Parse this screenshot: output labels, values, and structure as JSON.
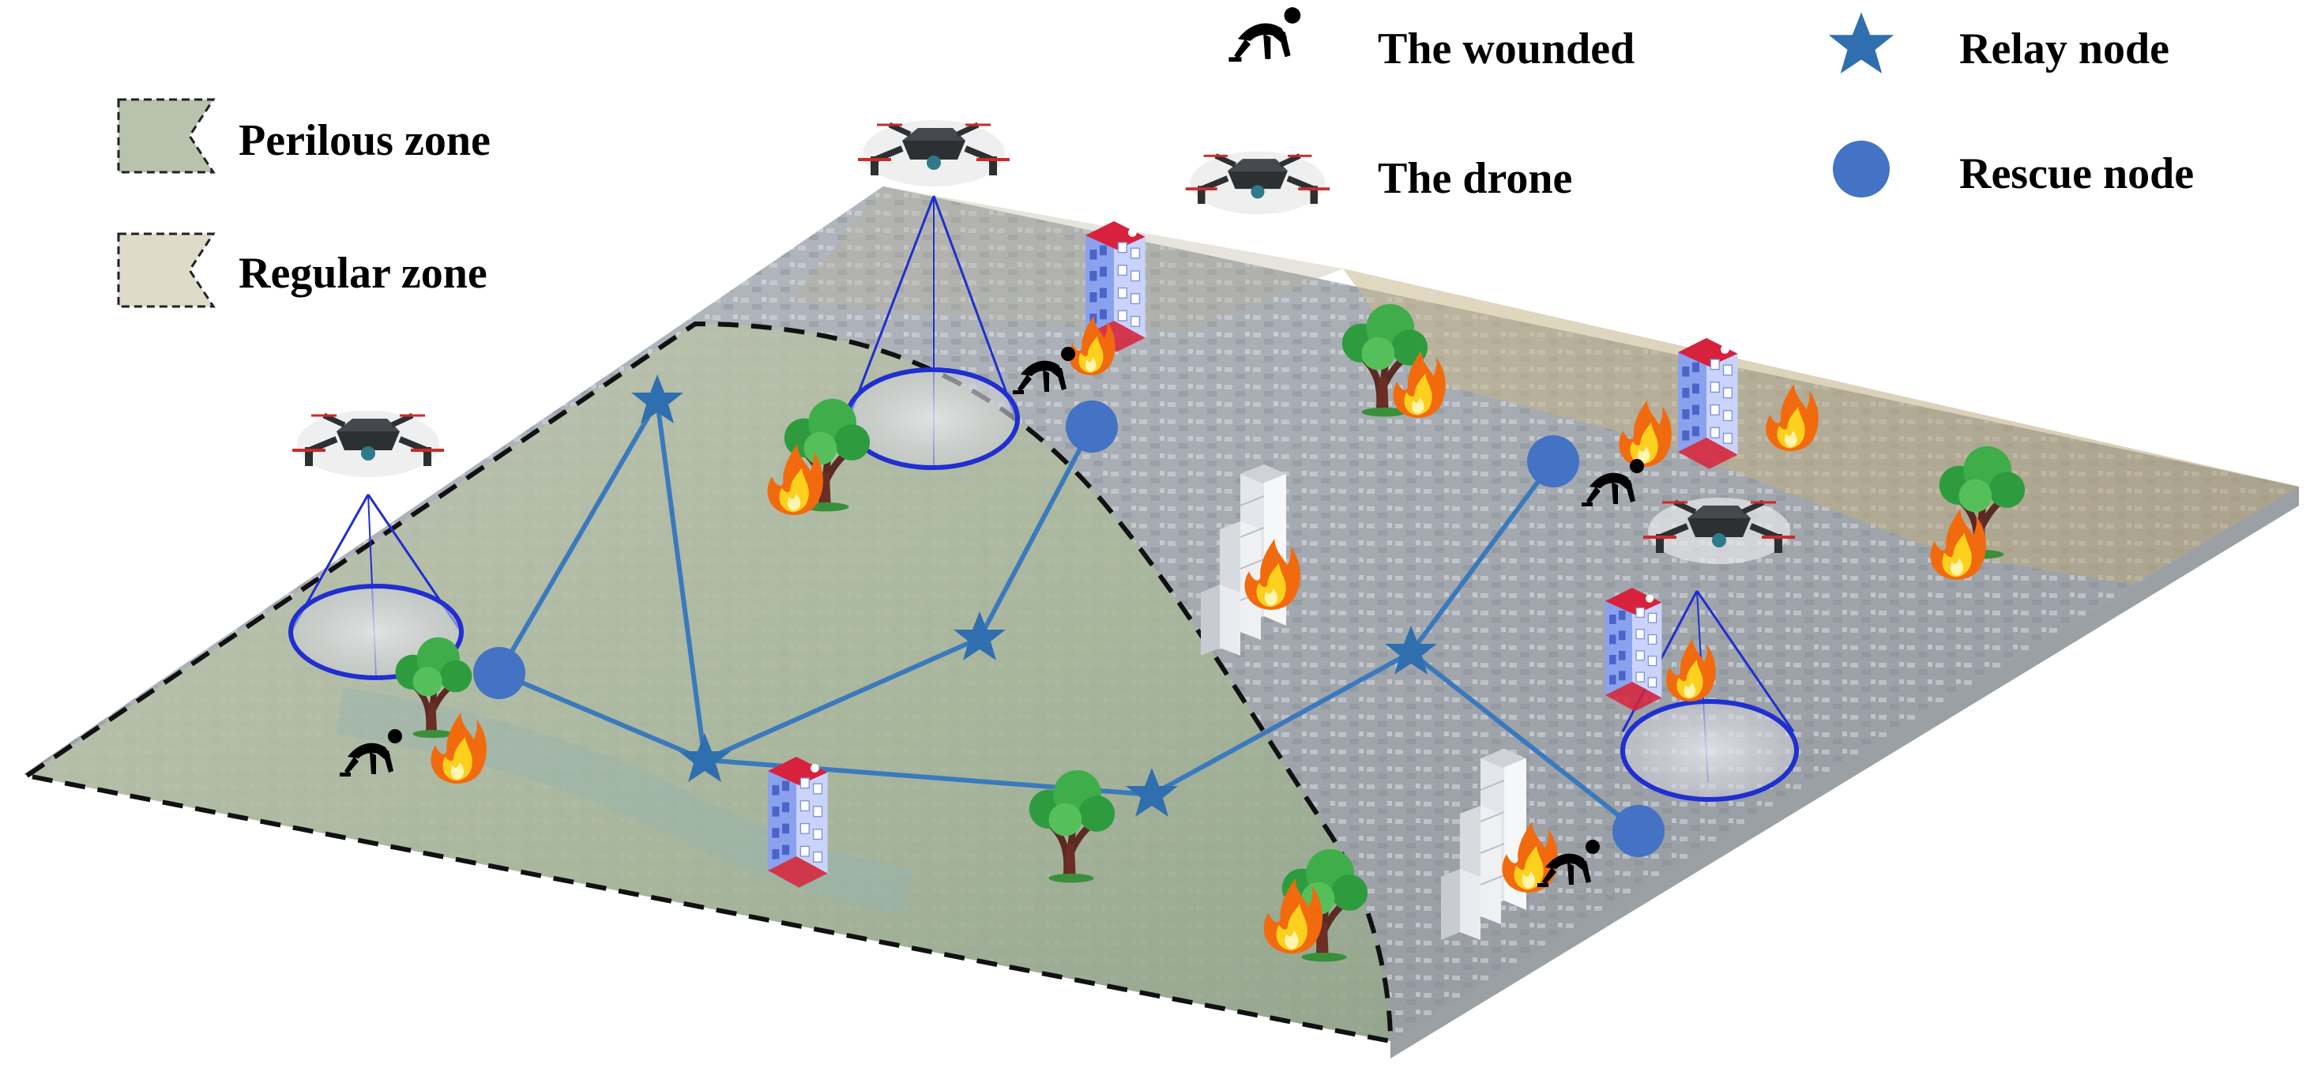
{
  "legend": {
    "perilous_zone": "Perilous zone",
    "regular_zone": "Regular zone",
    "wounded": "The wounded",
    "drone": "The drone",
    "relay_node": "Relay node",
    "rescue_node": "Rescue node"
  },
  "colors": {
    "network": "#3b79bd",
    "relay_star": "#2f6faf",
    "rescue_dot": "#4472c4",
    "coverage_ring": "#1f2fd0",
    "boundary": "#111111",
    "perilous_fill": "#aeb9a3",
    "regular_fill": "#d8d7c2"
  },
  "icons": [
    "drone-icon",
    "wounded-person-icon",
    "fire-icon",
    "tree-icon",
    "hospital-building-icon",
    "tower-building-icon",
    "relay-star-icon",
    "rescue-dot-icon"
  ]
}
